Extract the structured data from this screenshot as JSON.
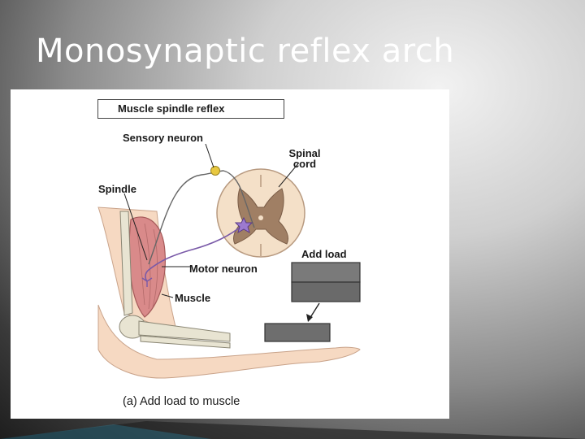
{
  "slide": {
    "title": "Monosynaptic reflex arch"
  },
  "figure": {
    "box_title": "Muscle spindle reflex",
    "labels": {
      "sensory_neuron": "Sensory neuron",
      "spinal_cord_line1": "Spinal",
      "spinal_cord_line2": "cord",
      "spindle": "Spindle",
      "add_load": "Add load",
      "motor_neuron": "Motor neuron",
      "muscle": "Muscle"
    },
    "caption": "(a) Add load to muscle"
  },
  "colors": {
    "skin": "#f6d9c2",
    "muscle": "#d98a8a",
    "spinal_cord_white": "#f4e0c8",
    "spinal_cord_gray": "#a07f64",
    "neuron_purple": "#7a5aa8",
    "sensory_yellow": "#e8c840",
    "weight_gray": "#6e6e6e",
    "bone": "#e8e4d2"
  }
}
